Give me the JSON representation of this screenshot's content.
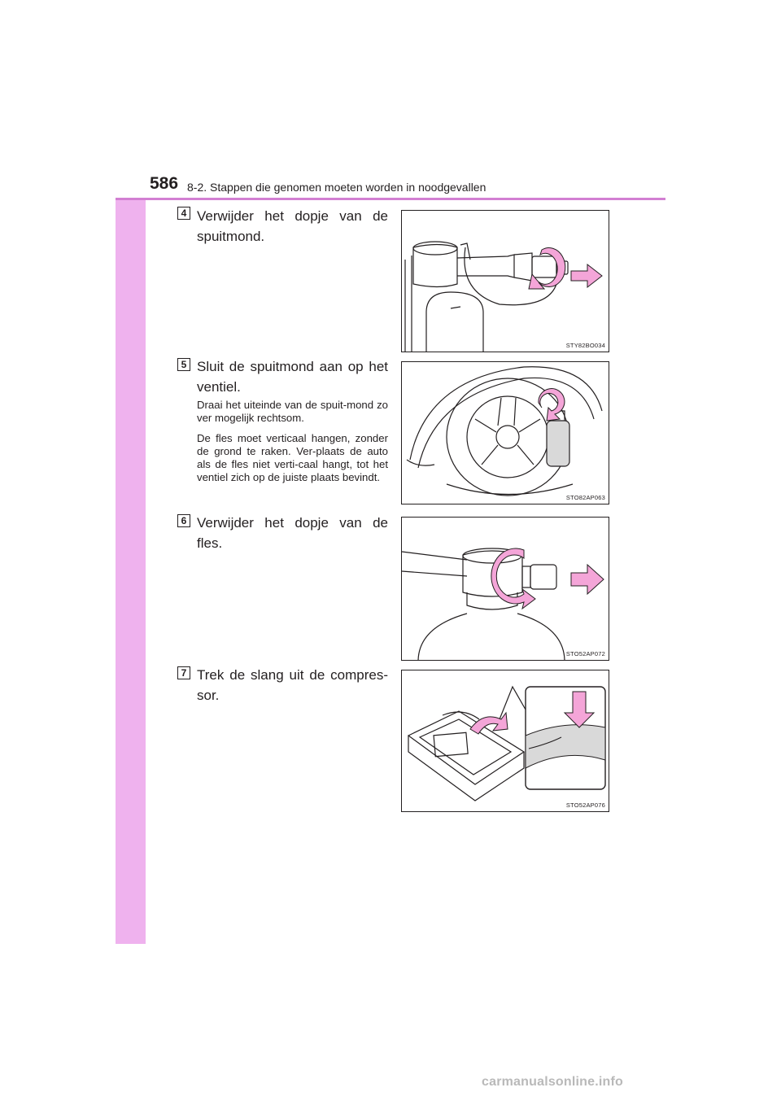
{
  "header": {
    "page_number": "586",
    "section_title": "8-2. Stappen die genomen moeten worden in noodgevallen"
  },
  "steps": [
    {
      "number": "4",
      "text": "Verwijder het dopje van de spuitmond.",
      "figure_code": "STY82BO034"
    },
    {
      "number": "5",
      "text": "Sluit de spuitmond aan op het ventiel.",
      "notes": [
        "Draai het uiteinde van de spuit-mond zo ver mogelijk rechtsom.",
        "De fles moet verticaal hangen, zonder de grond te raken. Ver-plaats de auto als de fles niet verti-caal hangt, tot het ventiel zich op de juiste plaats bevindt."
      ],
      "figure_code": "STO82AP063"
    },
    {
      "number": "6",
      "text": "Verwijder het dopje van de fles.",
      "figure_code": "STO52AP072"
    },
    {
      "number": "7",
      "text": "Trek de slang uit de compres-sor.",
      "figure_code": "STO52AP076"
    }
  ],
  "watermark": "carmanualsonline.info",
  "colors": {
    "sidebar": "#efb2ee",
    "header_rule": "#d27fd2",
    "arrow_fill": "#f4a5d8"
  }
}
